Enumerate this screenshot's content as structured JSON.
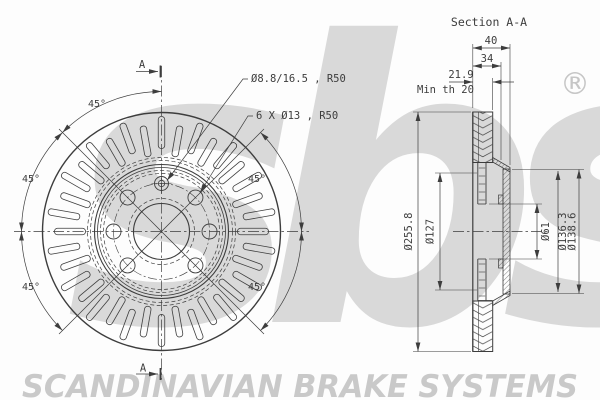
{
  "colors": {
    "line": "#3d3d3d",
    "watermark_logo": "#d9d9d9",
    "watermark_registered": "#c6c6c6",
    "watermark_banner": "#c9c9c9",
    "background": "#fdfdfd"
  },
  "watermark": {
    "logo_text": "sbs",
    "registered_mark": "®",
    "banner_text": "SCANDINAVIAN BRAKE SYSTEMS"
  },
  "front_view": {
    "section_marker": "A",
    "angle_label": "45°",
    "callouts": {
      "locating_hole": "Ø8.8/16.5 , R50",
      "bolt_holes": "6 X Ø13 , R50"
    }
  },
  "section_view": {
    "title": "Section A-A",
    "dimensions": {
      "total_width": "40",
      "hat_width": "34",
      "disc_thickness": "21.9",
      "min_thickness": "Min th 20",
      "outer_diameter": "Ø255.8",
      "bolt_circle_diameter": "Ø127",
      "bore_diameter": "Ø61",
      "hat_diameter_inner": "Ø136.3",
      "hat_diameter_outer": "Ø138.6"
    }
  }
}
